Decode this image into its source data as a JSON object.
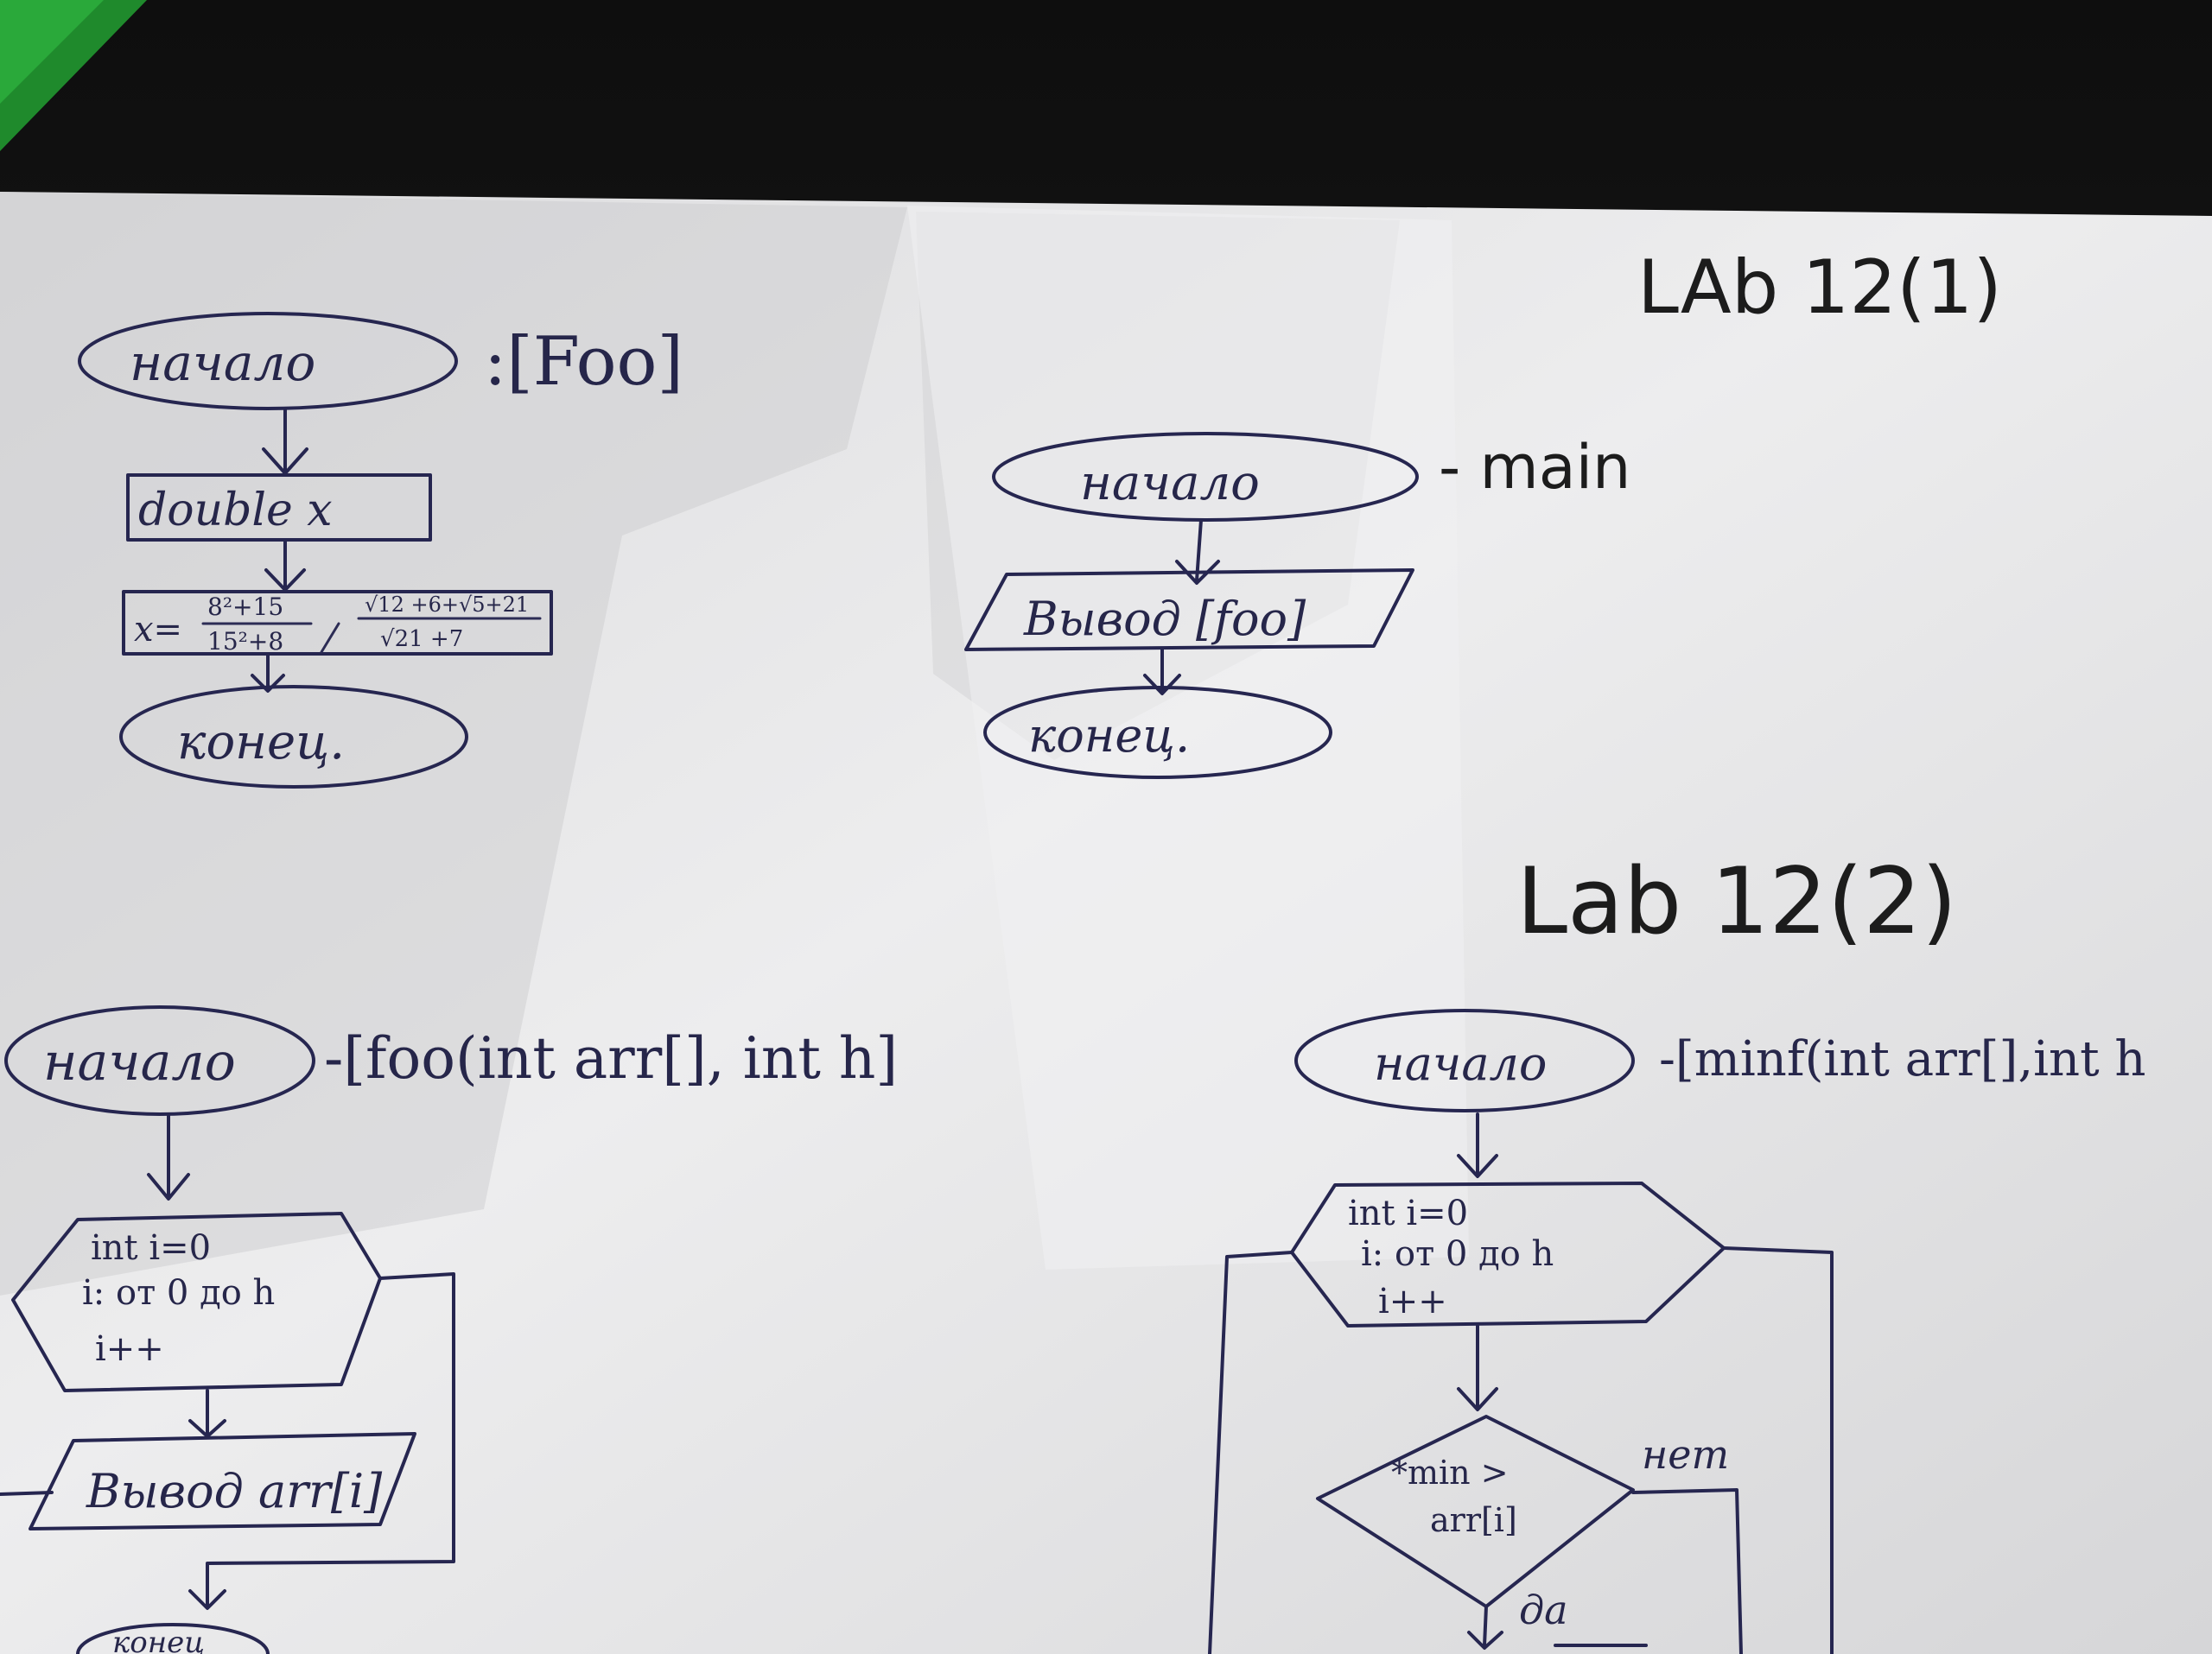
{
  "colors": {
    "background_top": "#121212",
    "paper": "#e6e6e6",
    "paper_shadow": "#b9b9bb",
    "ink": "#262650",
    "green_clip": "#1f8a2c"
  },
  "lab1": {
    "heading": "LAb 12(1)",
    "foo": {
      "start": "начало",
      "name": ":[Foo]",
      "declare": "double x",
      "formula_lhs": "x=",
      "formula_num1": "8²+15",
      "formula_den1": "15²+8",
      "formula_num2": "√12 +6+√5+21",
      "formula_den2": "√21 +7",
      "end": "конец."
    },
    "main": {
      "start": "начало",
      "name": "- main",
      "output": "Вывод [foo]",
      "end": "конец."
    }
  },
  "lab2": {
    "heading": "Lab 12(2)",
    "foo": {
      "start": "начало",
      "name": "-[foo(int arr[], int h]",
      "loop_line1": "int i=0",
      "loop_line2": "i: от 0 до h",
      "loop_line3": "i++",
      "output": "Вывод arr[i]",
      "end": "конец"
    },
    "minf": {
      "start": "начало",
      "name": "-[minf(int arr[],int h",
      "loop_line1": "int i=0",
      "loop_line2": "i: от 0 до h",
      "loop_line3": "i++",
      "cond_line1": "*min >",
      "cond_line2": "arr[i]",
      "no_label": "нет",
      "yes_label": "да"
    }
  }
}
